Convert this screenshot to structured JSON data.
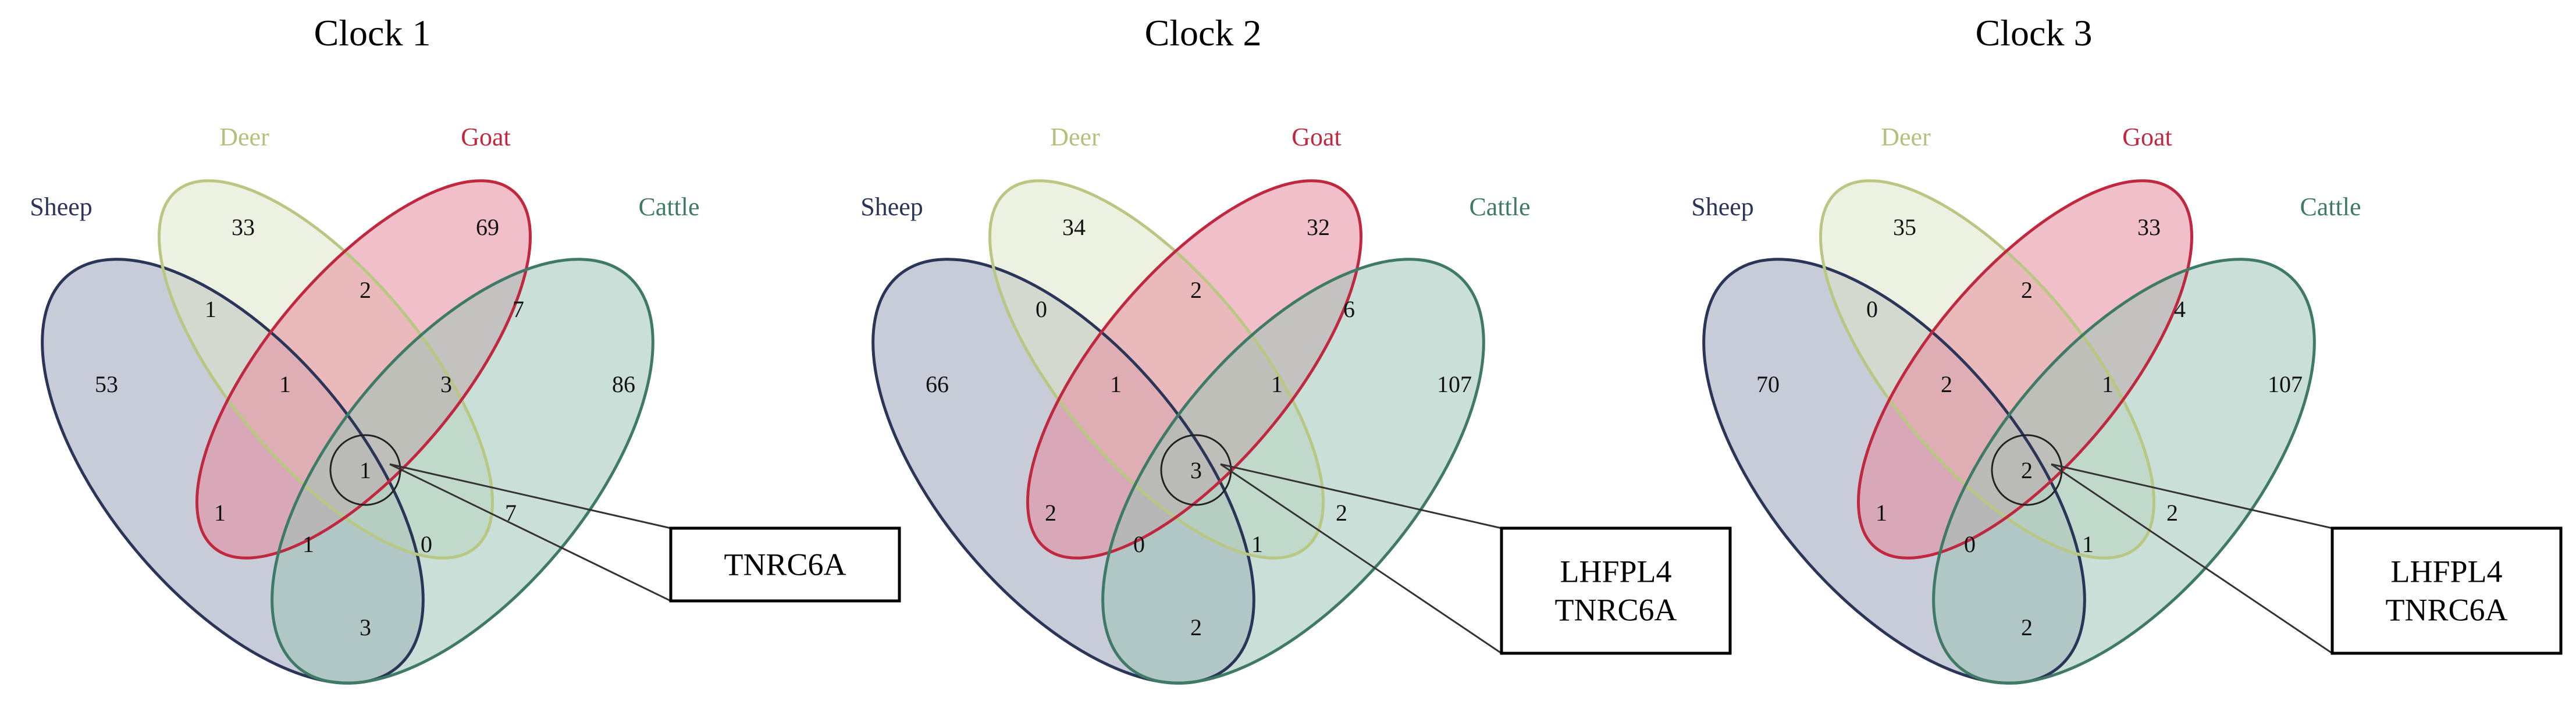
{
  "figure_titles": [
    "Clock 1",
    "Clock 2",
    "Clock 3"
  ],
  "sets": [
    {
      "key": "sheep",
      "label": "Sheep",
      "fill": "#9aa0b8",
      "stroke": "#2b3557",
      "label_color": "#2b3557"
    },
    {
      "key": "deer",
      "label": "Deer",
      "fill": "#dfe6c8",
      "stroke": "#b8c782",
      "label_color": "#b5c07c"
    },
    {
      "key": "goat",
      "label": "Goat",
      "fill": "#e58a9e",
      "stroke": "#c0283f",
      "label_color": "#c0283f"
    },
    {
      "key": "cattle",
      "label": "Cattle",
      "fill": "#9cc4b8",
      "stroke": "#3f7a66",
      "label_color": "#3f7a66"
    }
  ],
  "diagrams": [
    {
      "title": "Clock 1",
      "regions": {
        "deer_only": "33",
        "goat_only": "69",
        "sheep_only": "53",
        "cattle_only": "86",
        "sheep_deer": "1",
        "deer_goat": "2",
        "goat_cattle": "7",
        "sheep_deer_goat": "1",
        "deer_goat_cattle": "3",
        "all_four": "1",
        "sheep_goat": "1",
        "sheep_goat_cattle": "1",
        "sheep_deer_cattle": "0",
        "deer_cattle": "7",
        "sheep_cattle": "3"
      },
      "genes": [
        "TNRC6A"
      ]
    },
    {
      "title": "Clock 2",
      "regions": {
        "deer_only": "34",
        "goat_only": "32",
        "sheep_only": "66",
        "cattle_only": "107",
        "sheep_deer": "0",
        "deer_goat": "2",
        "goat_cattle": "6",
        "sheep_deer_goat": "1",
        "deer_goat_cattle": "1",
        "all_four": "3",
        "sheep_goat": "2",
        "sheep_goat_cattle": "0",
        "sheep_deer_cattle": "1",
        "deer_cattle": "2",
        "sheep_cattle": "2"
      },
      "genes": [
        "LHFPL4",
        "TNRC6A"
      ]
    },
    {
      "title": "Clock 3",
      "regions": {
        "deer_only": "35",
        "goat_only": "33",
        "sheep_only": "70",
        "cattle_only": "107",
        "sheep_deer": "0",
        "deer_goat": "2",
        "goat_cattle": "4",
        "sheep_deer_goat": "2",
        "deer_goat_cattle": "1",
        "all_four": "2",
        "sheep_goat": "1",
        "sheep_goat_cattle": "0",
        "sheep_deer_cattle": "1",
        "deer_cattle": "2",
        "sheep_cattle": "2"
      },
      "genes": [
        "LHFPL4",
        "TNRC6A"
      ]
    }
  ]
}
